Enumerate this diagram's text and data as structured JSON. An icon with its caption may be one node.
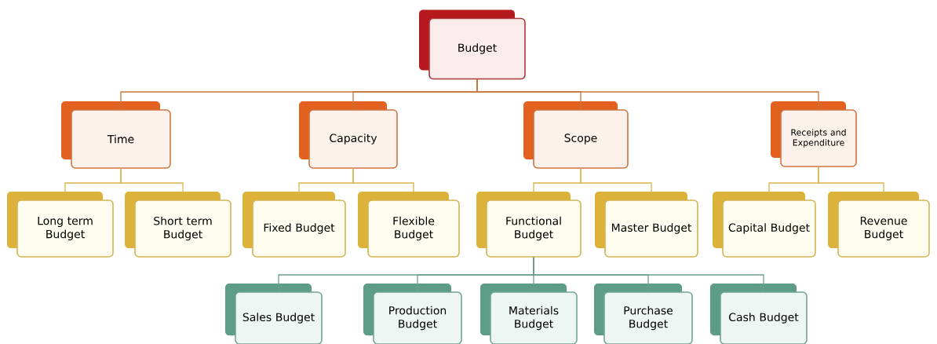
{
  "diagram": {
    "nodes": [
      {
        "text": [
          "Budget"
        ]
      },
      {
        "text": [
          "Time"
        ]
      },
      {
        "text": [
          "Capacity"
        ]
      },
      {
        "text": [
          "Scope"
        ]
      },
      {
        "text": [
          "Receipts and Expenditure"
        ]
      },
      {
        "text": [
          "Long term Budget"
        ]
      },
      {
        "text": [
          "Short term Budget"
        ]
      },
      {
        "text": [
          "Fixed Budget"
        ]
      },
      {
        "text": [
          "Flexible Budget"
        ]
      },
      {
        "text": [
          "Functional Budget"
        ]
      },
      {
        "text": [
          "Master Budget"
        ]
      },
      {
        "text": [
          "Capital Budget"
        ]
      },
      {
        "text": [
          "Revenue Budget"
        ]
      },
      {
        "text": [
          "Sales Budget"
        ]
      },
      {
        "text": [
          "Production Budget"
        ]
      },
      {
        "text": [
          "Materials Budget"
        ]
      },
      {
        "text": [
          "Purchase Budget"
        ]
      },
      {
        "text": [
          "Cash Budget"
        ]
      }
    ],
    "edges": [
      {
        "from": 0,
        "to": 1,
        "arrow": "none",
        "color": "#c9743a"
      },
      {
        "from": 0,
        "to": 2,
        "arrow": "none",
        "color": "#c9743a"
      },
      {
        "from": 0,
        "to": 3,
        "arrow": "none",
        "color": "#c9743a"
      },
      {
        "from": 0,
        "to": 4,
        "arrow": "none",
        "color": "#c9743a"
      },
      {
        "from": 1,
        "to": 5,
        "arrow": "none"
      },
      {
        "from": 1,
        "to": 6,
        "arrow": "none"
      },
      {
        "from": 2,
        "to": 7,
        "arrow": "none"
      },
      {
        "from": 2,
        "to": 8,
        "arrow": "none"
      },
      {
        "from": 3,
        "to": 9,
        "arrow": "none"
      },
      {
        "from": 3,
        "to": 10,
        "arrow": "none"
      },
      {
        "from": 4,
        "to": 11,
        "arrow": "none"
      },
      {
        "from": 4,
        "to": 12,
        "arrow": "none"
      },
      {
        "from": 9,
        "to": 13,
        "arrow": "none",
        "color": "#6f9f8e"
      },
      {
        "from": 9,
        "to": 14,
        "arrow": "none",
        "color": "#6f9f8e"
      },
      {
        "from": 9,
        "to": 15,
        "arrow": "none",
        "color": "#6f9f8e"
      },
      {
        "from": 9,
        "to": 16,
        "arrow": "none",
        "color": "#6f9f8e"
      },
      {
        "from": 9,
        "to": 17,
        "arrow": "none",
        "color": "#6f9f8e"
      }
    ]
  }
}
